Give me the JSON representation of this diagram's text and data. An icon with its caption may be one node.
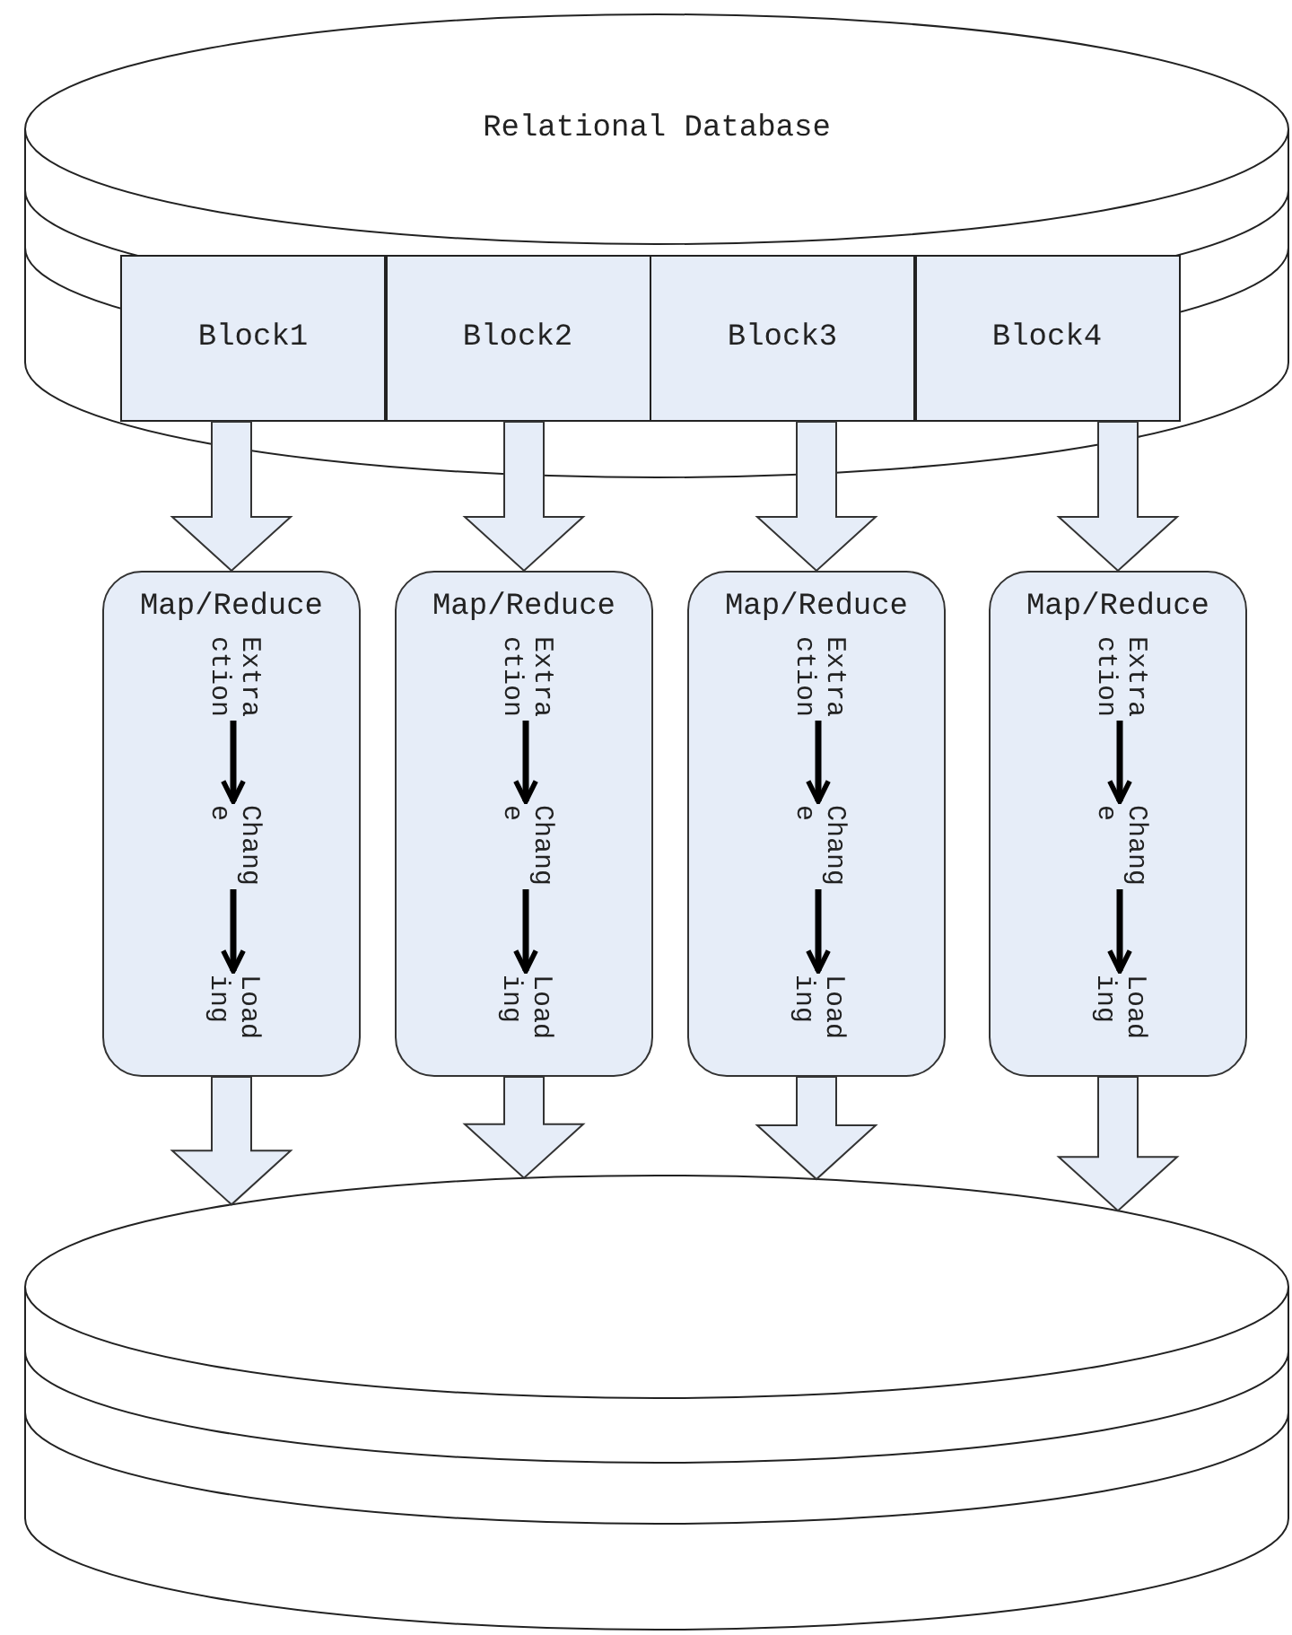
{
  "diagram": {
    "nodes": [
      {
        "text": [
          "Relational Database"
        ]
      },
      {
        "text": [
          "Block1"
        ],
        "in": 0
      },
      {
        "text": [
          "Block2"
        ],
        "in": 0
      },
      {
        "text": [
          "Block3"
        ],
        "in": 0
      },
      {
        "text": [
          "Block4"
        ],
        "in": 0
      },
      {
        "text": [
          "Map/Reduce"
        ]
      },
      {
        "text": [
          "Extraction"
        ],
        "in": 5
      },
      {
        "text": [
          "Change"
        ],
        "in": 5
      },
      {
        "text": [
          "Loading"
        ],
        "in": 5
      },
      {
        "text": [
          "Map/Reduce"
        ]
      },
      {
        "text": [
          "Extraction"
        ],
        "in": 9
      },
      {
        "text": [
          "Change"
        ],
        "in": 9
      },
      {
        "text": [
          "Loading"
        ],
        "in": 9
      },
      {
        "text": [
          "Map/Reduce"
        ]
      },
      {
        "text": [
          "Extraction"
        ],
        "in": 13
      },
      {
        "text": [
          "Change"
        ],
        "in": 13
      },
      {
        "text": [
          "Loading"
        ],
        "in": 13
      },
      {
        "text": [
          "Map/Reduce"
        ]
      },
      {
        "text": [
          "Extraction"
        ],
        "in": 17
      },
      {
        "text": [
          "Change"
        ],
        "in": 17
      },
      {
        "text": [
          "Loading"
        ],
        "in": 17
      },
      {
        "text": [],
        "shape": "cylinder"
      }
    ],
    "edges": [
      {
        "from": 1,
        "to": 5,
        "arrow": "to",
        "style": "thick"
      },
      {
        "from": 2,
        "to": 9,
        "arrow": "to",
        "style": "thick"
      },
      {
        "from": 3,
        "to": 13,
        "arrow": "to",
        "style": "thick"
      },
      {
        "from": 4,
        "to": 17,
        "arrow": "to",
        "style": "thick"
      },
      {
        "from": 6,
        "to": 7,
        "arrow": "to"
      },
      {
        "from": 7,
        "to": 8,
        "arrow": "to"
      },
      {
        "from": 10,
        "to": 11,
        "arrow": "to"
      },
      {
        "from": 11,
        "to": 12,
        "arrow": "to"
      },
      {
        "from": 14,
        "to": 15,
        "arrow": "to"
      },
      {
        "from": 15,
        "to": 16,
        "arrow": "to"
      },
      {
        "from": 18,
        "to": 19,
        "arrow": "to"
      },
      {
        "from": 19,
        "to": 20,
        "arrow": "to"
      },
      {
        "from": 5,
        "to": 21,
        "arrow": "to",
        "style": "thick"
      },
      {
        "from": 9,
        "to": 21,
        "arrow": "to",
        "style": "thick"
      },
      {
        "from": 13,
        "to": 21,
        "arrow": "to",
        "style": "thick"
      },
      {
        "from": 17,
        "to": 21,
        "arrow": "to",
        "style": "thick"
      }
    ]
  }
}
